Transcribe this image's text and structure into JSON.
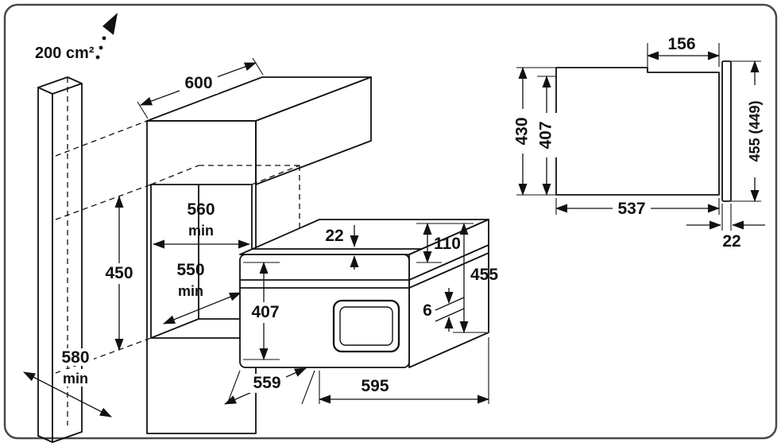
{
  "frame": {
    "border_color": "#4a4a4a",
    "line_color": "#111111",
    "background": "#ffffff"
  },
  "cabinet_view": {
    "vent_area": "200 cm²",
    "depth_top": "600",
    "niche_width": "560",
    "niche_width_unit": "min",
    "niche_depth": "550",
    "niche_depth_unit": "min",
    "niche_height": "450",
    "base_depth": "580",
    "base_depth_unit": "min"
  },
  "oven_view": {
    "frame_overlap": "22",
    "control_panel_height": "110",
    "overall_height": "455",
    "bottom_gap": "6",
    "front_height": "407",
    "depth": "559",
    "width": "595"
  },
  "side_view": {
    "top_inset": "156",
    "body_height": "430",
    "inner_height": "407",
    "overall_height": "455 (449)",
    "depth": "537",
    "door_thickness": "22"
  }
}
